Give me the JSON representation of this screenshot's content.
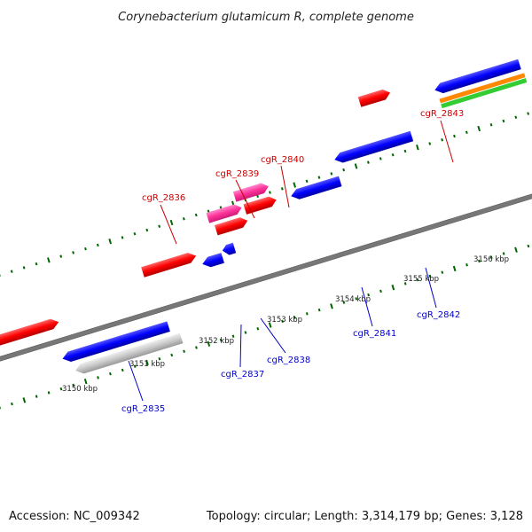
{
  "title": "Corynebacterium glutamicum R, complete genome",
  "footer": {
    "accession": "Accession: NC_009342",
    "summary": "Topology: circular; Length: 3,314,179 bp; Genes: 3,128"
  },
  "scale_labels": [
    "3150 kbp",
    "3151 kbp",
    "3152 kbp",
    "3153 kbp",
    "3154 kbp",
    "3155 kbp",
    "3156 kbp"
  ],
  "genes_forward": [
    {
      "name": "cgR_2836",
      "color": "#ff0000"
    },
    {
      "name": "cgR_2839",
      "color": "#ff3399"
    },
    {
      "name": "cgR_2840",
      "color": "#ff3399"
    },
    {
      "name": "cgR_2843",
      "color": "#ff0000"
    }
  ],
  "genes_reverse": [
    {
      "name": "cgR_2835",
      "color": "#0000ff"
    },
    {
      "name": "cgR_2837",
      "color": "#0000ff"
    },
    {
      "name": "cgR_2838",
      "color": "#0000ff"
    },
    {
      "name": "cgR_2841",
      "color": "#0000ff"
    },
    {
      "name": "cgR_2842",
      "color": "#0000ff"
    }
  ],
  "colors": {
    "forward_cds": "#ff0000",
    "forward_cds_alt": "#ff3399",
    "reverse_cds": "#0000ff",
    "other_feature": "#c0c0c0",
    "backbone": "#777777",
    "tick": "#006600",
    "orange_feature": "#ff8800",
    "green_feature": "#33cc33",
    "label_forward": "#cc0000",
    "label_reverse": "#0000cc"
  }
}
